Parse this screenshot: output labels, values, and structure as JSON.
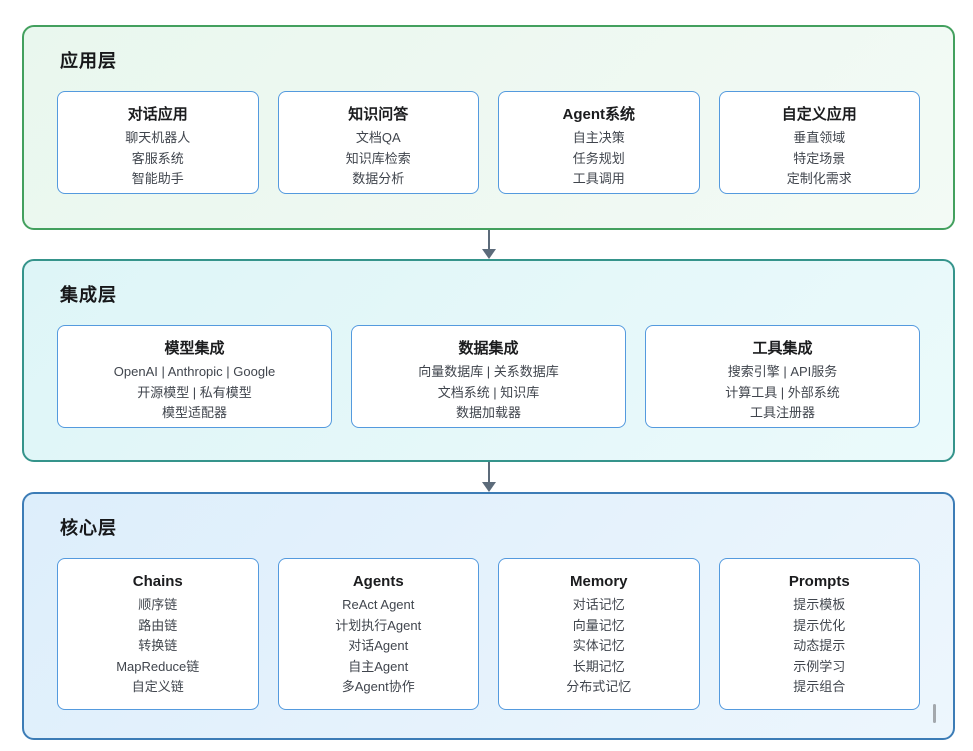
{
  "diagram": {
    "layers": [
      {
        "title": "应用层",
        "cards": [
          {
            "title": "对话应用",
            "items": [
              "聊天机器人",
              "客服系统",
              "智能助手"
            ]
          },
          {
            "title": "知识问答",
            "items": [
              "文档QA",
              "知识库检索",
              "数据分析"
            ]
          },
          {
            "title": "Agent系统",
            "items": [
              "自主决策",
              "任务规划",
              "工具调用"
            ]
          },
          {
            "title": "自定义应用",
            "items": [
              "垂直领域",
              "特定场景",
              "定制化需求"
            ]
          }
        ]
      },
      {
        "title": "集成层",
        "cards": [
          {
            "title": "模型集成",
            "items": [
              "OpenAI | Anthropic | Google",
              "开源模型 | 私有模型",
              "模型适配器"
            ]
          },
          {
            "title": "数据集成",
            "items": [
              "向量数据库 | 关系数据库",
              "文档系统 | 知识库",
              "数据加载器"
            ]
          },
          {
            "title": "工具集成",
            "items": [
              "搜索引擎 | API服务",
              "计算工具 | 外部系统",
              "工具注册器"
            ]
          }
        ]
      },
      {
        "title": "核心层",
        "cards": [
          {
            "title": "Chains",
            "items": [
              "顺序链",
              "路由链",
              "转换链",
              "MapReduce链",
              "自定义链"
            ]
          },
          {
            "title": "Agents",
            "items": [
              "ReAct Agent",
              "计划执行Agent",
              "对话Agent",
              "自主Agent",
              "多Agent协作"
            ]
          },
          {
            "title": "Memory",
            "items": [
              "对话记忆",
              "向量记忆",
              "实体记忆",
              "长期记忆",
              "分布式记忆"
            ]
          },
          {
            "title": "Prompts",
            "items": [
              "提示模板",
              "提示优化",
              "动态提示",
              "示例学习",
              "提示组合"
            ]
          }
        ]
      }
    ],
    "colors": {
      "application_border": "#43a05e",
      "integration_border": "#35948b",
      "core_border": "#3c7cb6",
      "card_border": "#549ade",
      "arrow": "#5c6b7a"
    }
  }
}
